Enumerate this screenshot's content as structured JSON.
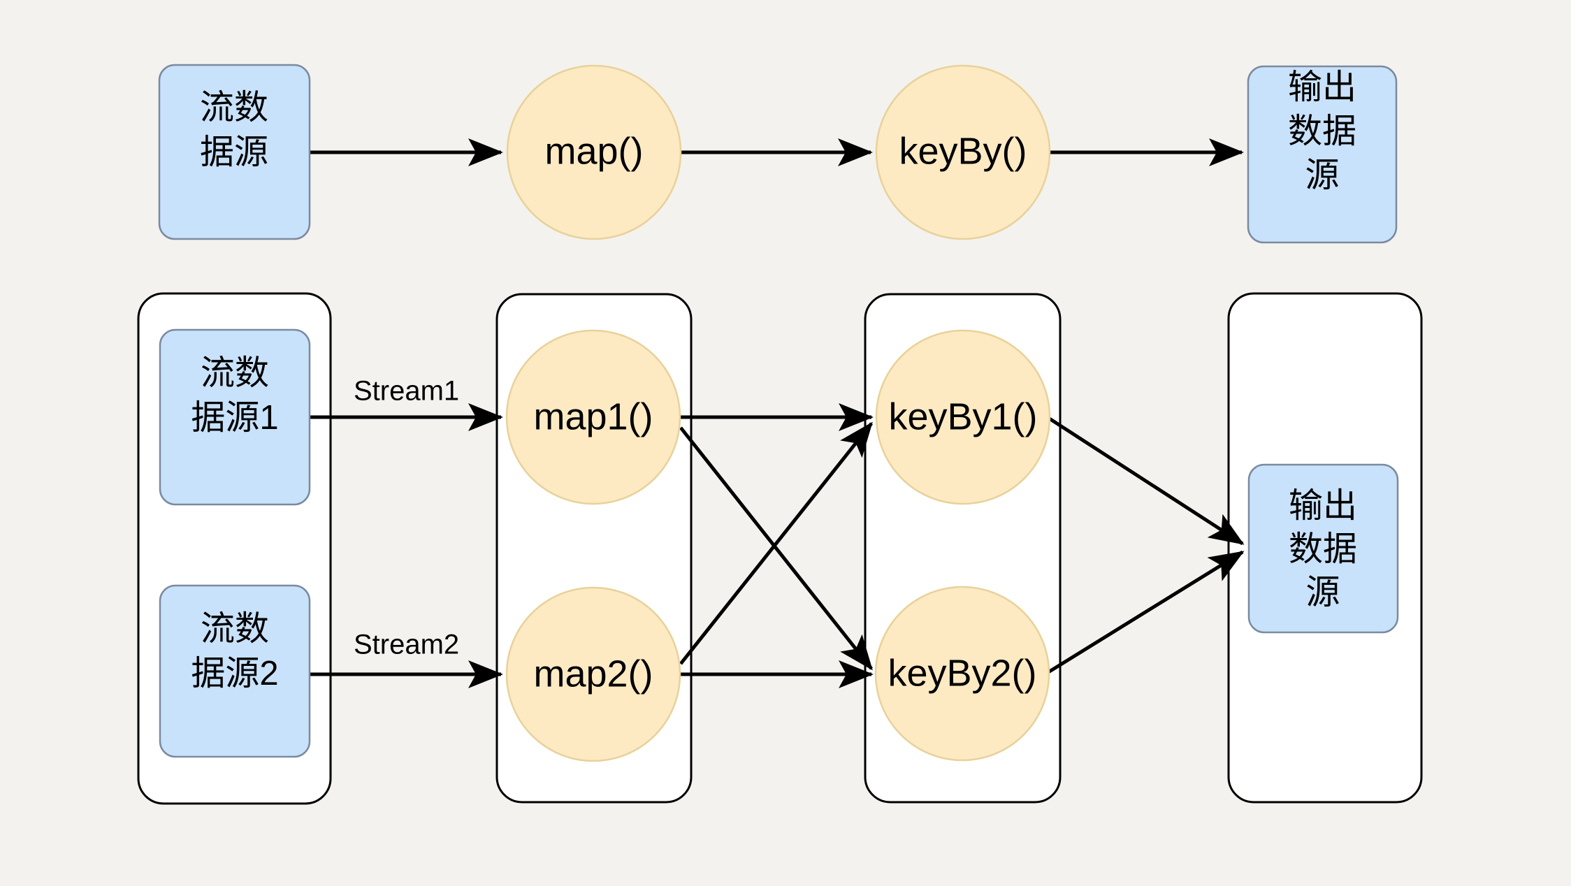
{
  "diagram": {
    "background_color": "#f3f2ee",
    "palette": {
      "source_fill": "#c9e2fb",
      "source_stroke": "#7b8aa0",
      "operator_fill": "#fdeac3",
      "operator_stroke": "#e8d29a",
      "group_fill": "#ffffff",
      "group_stroke": "#000000",
      "edge_color": "#000000"
    },
    "top_row": {
      "source_line1": "流数",
      "source_line2": "据源",
      "map_label": "map()",
      "keyby_label": "keyBy()",
      "sink_line1": "输出",
      "sink_line2": "数据",
      "sink_line3": "源"
    },
    "bottom_row": {
      "source1_line1": "流数",
      "source1_line2": "据源1",
      "source2_line1": "流数",
      "source2_line2": "据源2",
      "stream1_label": "Stream1",
      "stream2_label": "Stream2",
      "map1_label": "map1()",
      "map2_label": "map2()",
      "keyby1_label": "keyBy1()",
      "keyby2_label": "keyBy2()",
      "sink_line1": "输出",
      "sink_line2": "数据",
      "sink_line3": "源"
    }
  }
}
